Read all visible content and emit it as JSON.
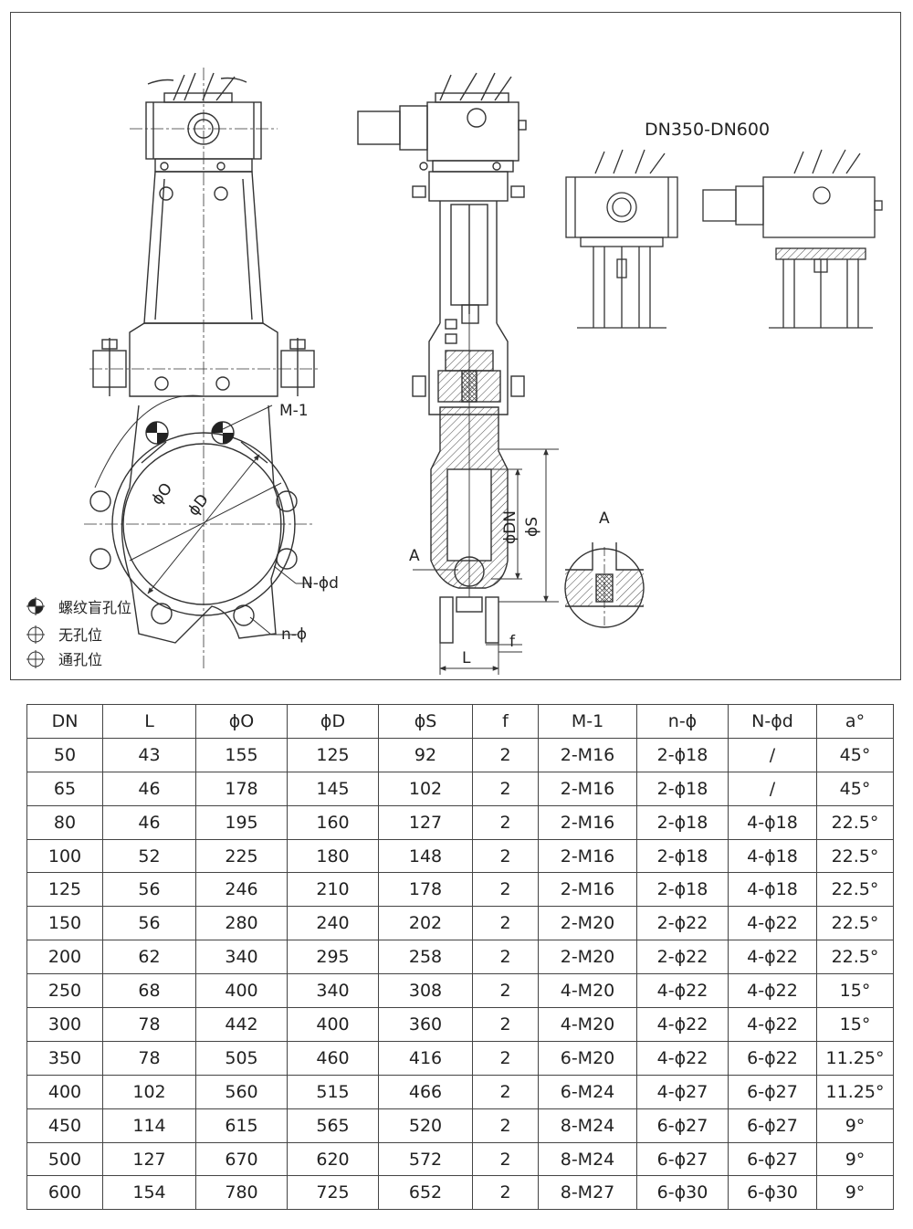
{
  "drawing": {
    "range_title": "DN350-DN600",
    "dims": {
      "m1": "M-1",
      "phi_o": "ϕO",
      "phi_d": "ϕD",
      "n_phi_d": "N-ϕd",
      "n_phi": "n-ϕ",
      "phi_dn": "ϕDN",
      "phi_s": "ϕS",
      "l": "L",
      "f": "f",
      "a_callout": "A",
      "a_detail": "A"
    },
    "legend": [
      {
        "icon": "threaded-blind-hole-symbol",
        "label": "螺纹盲孔位"
      },
      {
        "icon": "no-hole-symbol",
        "label": "无孔位"
      },
      {
        "icon": "through-hole-symbol",
        "label": "通孔位"
      }
    ]
  },
  "table": {
    "headers": [
      "DN",
      "L",
      "ϕO",
      "ϕD",
      "ϕS",
      "f",
      "M-1",
      "n-ϕ",
      "N-ϕd",
      "a°"
    ],
    "rows": [
      [
        "50",
        "43",
        "155",
        "125",
        "92",
        "2",
        "2-M16",
        "2-ϕ18",
        "/",
        "45°"
      ],
      [
        "65",
        "46",
        "178",
        "145",
        "102",
        "2",
        "2-M16",
        "2-ϕ18",
        "/",
        "45°"
      ],
      [
        "80",
        "46",
        "195",
        "160",
        "127",
        "2",
        "2-M16",
        "2-ϕ18",
        "4-ϕ18",
        "22.5°"
      ],
      [
        "100",
        "52",
        "225",
        "180",
        "148",
        "2",
        "2-M16",
        "2-ϕ18",
        "4-ϕ18",
        "22.5°"
      ],
      [
        "125",
        "56",
        "246",
        "210",
        "178",
        "2",
        "2-M16",
        "2-ϕ18",
        "4-ϕ18",
        "22.5°"
      ],
      [
        "150",
        "56",
        "280",
        "240",
        "202",
        "2",
        "2-M20",
        "2-ϕ22",
        "4-ϕ22",
        "22.5°"
      ],
      [
        "200",
        "62",
        "340",
        "295",
        "258",
        "2",
        "2-M20",
        "2-ϕ22",
        "4-ϕ22",
        "22.5°"
      ],
      [
        "250",
        "68",
        "400",
        "340",
        "308",
        "2",
        "4-M20",
        "4-ϕ22",
        "4-ϕ22",
        "15°"
      ],
      [
        "300",
        "78",
        "442",
        "400",
        "360",
        "2",
        "4-M20",
        "4-ϕ22",
        "4-ϕ22",
        "15°"
      ],
      [
        "350",
        "78",
        "505",
        "460",
        "416",
        "2",
        "6-M20",
        "4-ϕ22",
        "6-ϕ22",
        "11.25°"
      ],
      [
        "400",
        "102",
        "560",
        "515",
        "466",
        "2",
        "6-M24",
        "4-ϕ27",
        "6-ϕ27",
        "11.25°"
      ],
      [
        "450",
        "114",
        "615",
        "565",
        "520",
        "2",
        "8-M24",
        "6-ϕ27",
        "6-ϕ27",
        "9°"
      ],
      [
        "500",
        "127",
        "670",
        "620",
        "572",
        "2",
        "8-M24",
        "6-ϕ27",
        "6-ϕ27",
        "9°"
      ],
      [
        "600",
        "154",
        "780",
        "725",
        "652",
        "2",
        "8-M27",
        "6-ϕ30",
        "6-ϕ30",
        "9°"
      ]
    ]
  }
}
